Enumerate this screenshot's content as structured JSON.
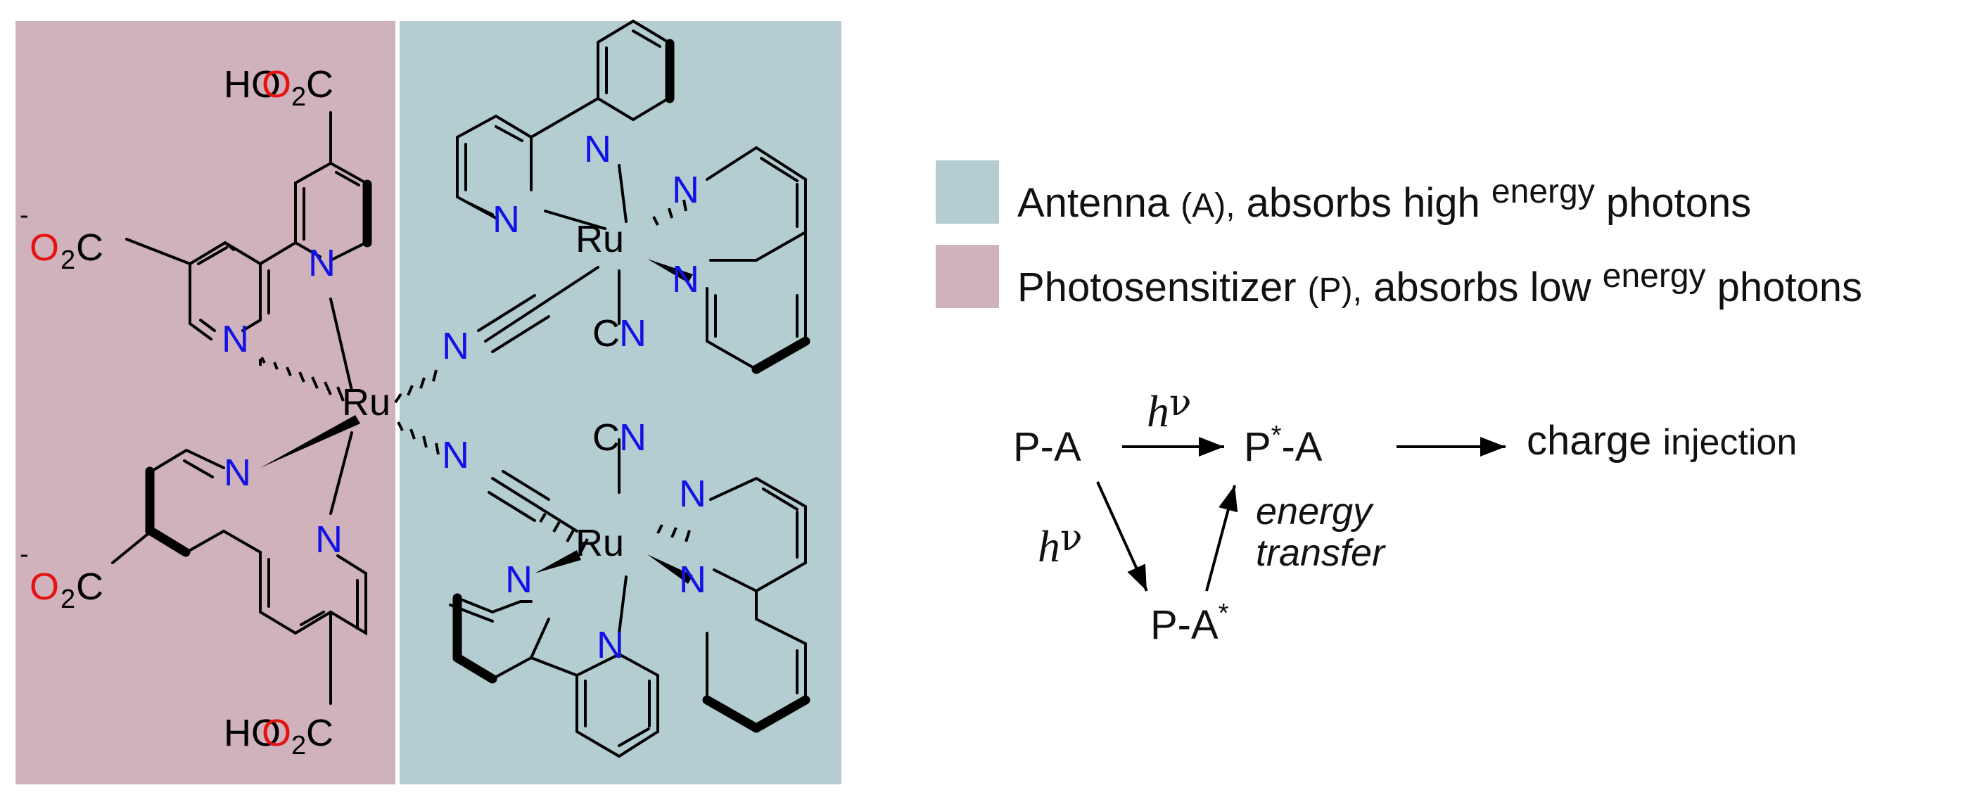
{
  "colors": {
    "antenna_panel": "#b3cdd1",
    "photosensitizer_panel": "#cfb2bb",
    "nitrogen": "#1212e6",
    "oxygen": "#e61212"
  },
  "molecule": {
    "co2h": [
      "HO",
      "2",
      "C"
    ],
    "co2_minus": [
      "-",
      "O",
      "2",
      "C"
    ],
    "metal": "Ru",
    "nitrogen": "N",
    "cn_carbon": "C",
    "cn_nitrogen": "N"
  },
  "legend": {
    "antenna": {
      "name": "Antenna",
      "abbr": "(A),",
      "t1": "absorbs",
      "t2": "high",
      "t3": "energy",
      "t4": "photons"
    },
    "photosensitizer": {
      "name": "Photosensitizer",
      "abbr": "(P),",
      "t1": "absorbs",
      "t2": "low",
      "t3": "energy",
      "t4": "photons"
    }
  },
  "scheme": {
    "start": "P-A",
    "excited_p_base": "P",
    "excited_p_star": "*",
    "excited_p_suffix": "-A",
    "excited_a_base": "P-A",
    "excited_a_star": "*",
    "h": "h",
    "nu": "ν",
    "result_1": "charge",
    "result_2": "injection",
    "transfer_1": "energy",
    "transfer_2": "transfer"
  }
}
